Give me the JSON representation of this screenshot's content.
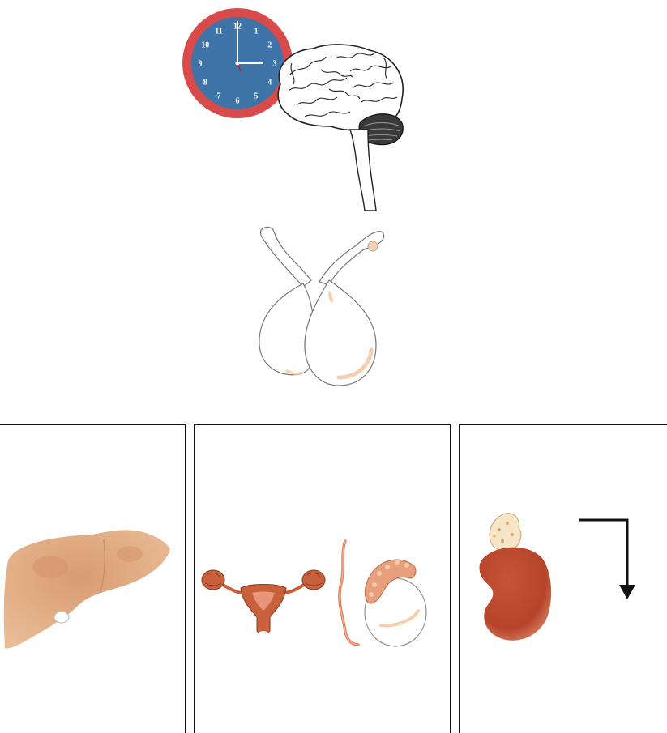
{
  "clock": {
    "numerals": [
      "12",
      "1",
      "2",
      "3",
      "4",
      "5",
      "6",
      "7",
      "8",
      "9",
      "10",
      "11"
    ],
    "hour": 3,
    "minute": 0,
    "colors": {
      "rim": "#d94a4a",
      "face": "#3f74a8",
      "numerals": "#ffffff"
    }
  },
  "organs": {
    "top": [
      "brain-icon",
      "clock-icon",
      "pituitary-gland-icon"
    ],
    "panel_left": [
      "liver-icon"
    ],
    "panel_middle": [
      "uterus-ovaries-icon",
      "testis-icon"
    ],
    "panel_right": [
      "kidney-adrenal-icon",
      "down-arrow-icon"
    ]
  },
  "colors": {
    "liver": "#e3b088",
    "reproductive": "#c8603c",
    "kidney": "#b6442a",
    "pituitary_highlight": "#f5cfb0",
    "panel_border": "#111111"
  }
}
